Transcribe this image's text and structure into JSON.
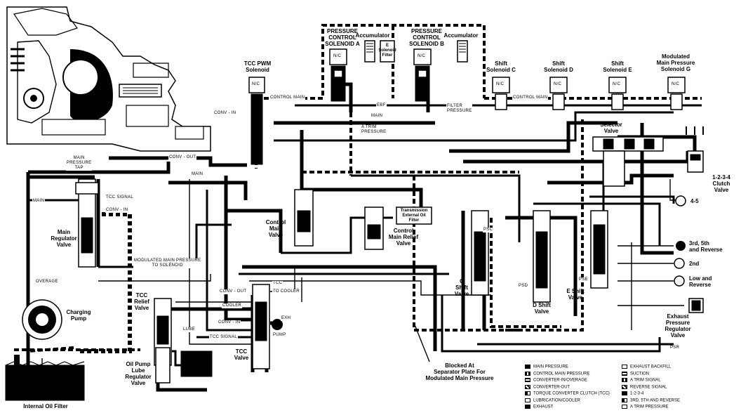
{
  "components": {
    "pcs_a": "PRESSURE\nCONTROL\nSOLENOID A",
    "pcs_b": "PRESSURE\nCONTROL\nSOLENOID B",
    "accumulator_a": "Accumulator",
    "accumulator_b": "Accumulator",
    "e_solenoid_filter": "E\nSolenoid\nFilter",
    "tcc_pwm": "TCC PWM\nSolenoid",
    "shift_c": "Shift\nSolenoid C",
    "shift_d": "Shift\nSolenoid D",
    "shift_e": "Shift\nSolenoid E",
    "mod_main": "Modulated\nMain Pressure\nSolenoid G",
    "selector": "Selector\nValve",
    "clutch_1234": "1-2-3-4\nClutch\nValve",
    "control_main_valve": "Control\nMain\nValve",
    "control_main_relief": "Control\nMain Relief\nValve",
    "trans_filter": "Transmission\nExternal Oil\nFilter",
    "main_regulator": "Main\nRegulator\nValve",
    "charging_pump": "Charging\nPump",
    "tcc_relief": "TCC\nRelief\nValve",
    "tcc_valve": "TCC\nValve",
    "lube_regulator": "Oil Pump\nLube\nRegulator\nValve",
    "internal_filter": "Internal Oil Filter",
    "c_shift": "C\nShift\nValve",
    "d_shift": "D Shift\nValve",
    "e_shift": "E Shift\nValve",
    "exhaust_reg": "Exhaust\nPressure\nRegulator\nValve",
    "blocked_note": "Blocked At\nSeparator Plate For\nModulated Main Pressure",
    "out_45": "4-5",
    "out_3rd": "3rd, 5th\nand Reverse",
    "out_2nd": "2nd",
    "out_low": "Low and\nReverse"
  },
  "line_labels": {
    "control_main_1": "CONTROL MAIN",
    "control_main_2": "CONTROL MAIN",
    "ebf": "EBF",
    "main_1": "MAIN",
    "filter_pressure": "FILTER\nPRESSURE",
    "main_2": "MAIN",
    "main_3": "MAIN",
    "main_pressure_tap": "MAIN\nPRESSURE\nTAP",
    "tcc_signal_1": "TCC SIGNAL",
    "tcc_signal_2": "TCC SIGNAL",
    "conv_in": "CONV - IN",
    "conv_out_1": "CONV - OUT",
    "conv_out_2": "CONV - OUT",
    "conv_in_2": "CONV - IN",
    "lube": "LUBE",
    "modulated": "MODULATED MAIN PRESSURE\nTO SOLENOID",
    "overage": "OVERAGE",
    "to_cooler": "TO COOLER",
    "cooler": "COOLER",
    "exh": "EXH",
    "pse": "PSE",
    "psc": "PSC",
    "psd": "PSD",
    "psr": "PSR",
    "pump": "PUMP",
    "tcc": "TCC",
    "strip": "A TRIM\nPRESSURE",
    "conv_in_top": "CONV - IN"
  },
  "solenoid_tag": "N/C",
  "legend": [
    {
      "swatch": "solid",
      "label": "MAIN PRESSURE"
    },
    {
      "swatch": "dots",
      "label": "CONTROL MAIN PRESSURE"
    },
    {
      "swatch": "stripe",
      "label": "CONVERTER-IN/OVERAGE"
    },
    {
      "swatch": "check",
      "label": "CONVERTER-OUT"
    },
    {
      "swatch": "half",
      "label": "TORQUE CONVERTER CLUTCH (TCC)"
    },
    {
      "swatch": "open",
      "label": "LUBRICATION/COOLER"
    },
    {
      "swatch": "solid",
      "label": "EXHAUST"
    },
    {
      "swatch": "open",
      "label": "EXHAUST BACKFILL"
    },
    {
      "swatch": "stripe",
      "label": "SUCTION"
    },
    {
      "swatch": "dots",
      "label": "A TRIM SIGNAL"
    },
    {
      "swatch": "check",
      "label": "REVERSE SIGNAL"
    },
    {
      "swatch": "solid",
      "label": "1-2-3-4"
    },
    {
      "swatch": "half",
      "label": "3RD, 5TH AND REVERSE"
    },
    {
      "swatch": "open",
      "label": "A TRIM PRESSURE"
    }
  ]
}
